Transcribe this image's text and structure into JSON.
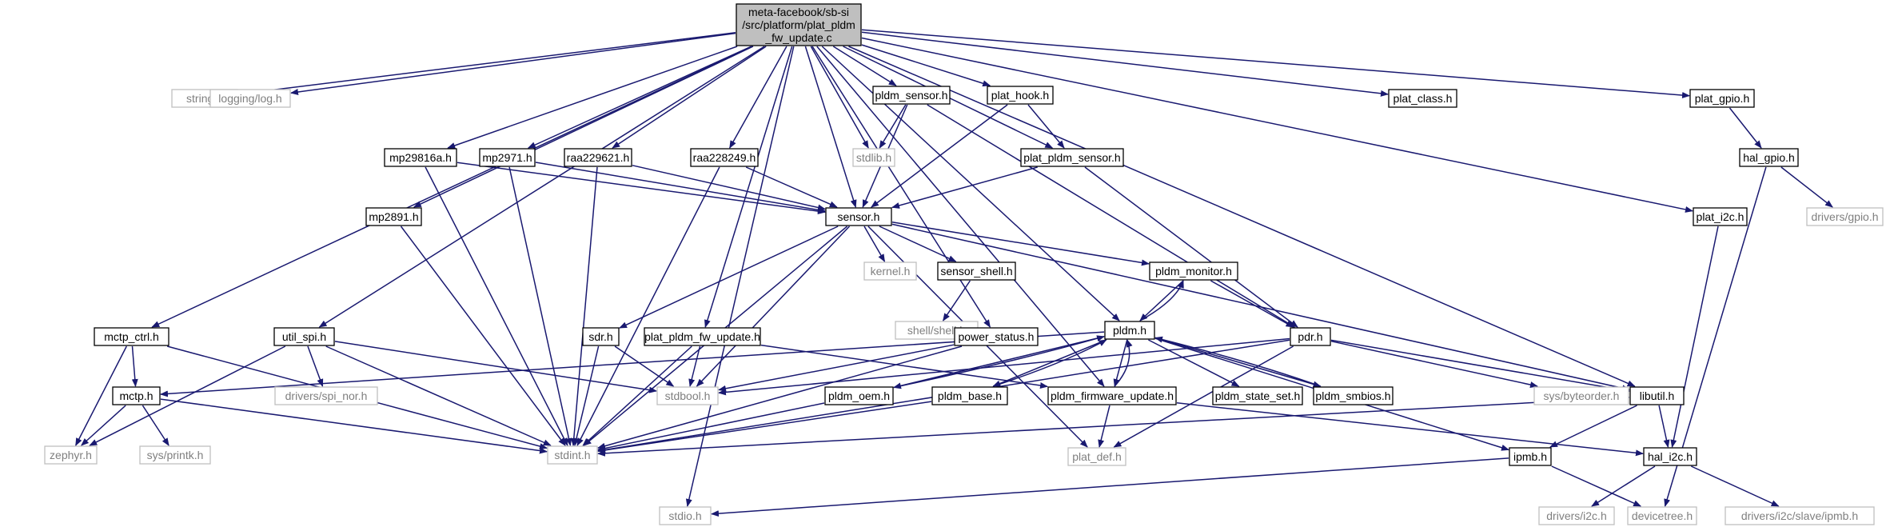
{
  "colors": {
    "edge": "#191970",
    "node_border": "#000000",
    "node_fill": "#ffffff",
    "external_border": "#bfbfbf",
    "external_text": "#7f7f7f",
    "root_fill": "#bfbfbf",
    "text": "#000000"
  },
  "nodes": [
    {
      "id": "root",
      "lines": [
        "meta-facebook/sb-si",
        "/src/platform/plat_pldm",
        "_fw_update.c"
      ],
      "kind": "root"
    },
    {
      "id": "string",
      "lines": [
        "string.h"
      ],
      "kind": "external"
    },
    {
      "id": "logging",
      "lines": [
        "logging/log.h"
      ],
      "kind": "external"
    },
    {
      "id": "pldm_sensor",
      "lines": [
        "pldm_sensor.h"
      ],
      "kind": "normal"
    },
    {
      "id": "plat_hook",
      "lines": [
        "plat_hook.h"
      ],
      "kind": "normal"
    },
    {
      "id": "plat_class",
      "lines": [
        "plat_class.h"
      ],
      "kind": "normal"
    },
    {
      "id": "plat_gpio",
      "lines": [
        "plat_gpio.h"
      ],
      "kind": "normal"
    },
    {
      "id": "hal_gpio",
      "lines": [
        "hal_gpio.h"
      ],
      "kind": "normal"
    },
    {
      "id": "drivers_gpio",
      "lines": [
        "drivers/gpio.h"
      ],
      "kind": "external"
    },
    {
      "id": "mp29816a",
      "lines": [
        "mp29816a.h"
      ],
      "kind": "normal"
    },
    {
      "id": "mp2971",
      "lines": [
        "mp2971.h"
      ],
      "kind": "normal"
    },
    {
      "id": "raa229621",
      "lines": [
        "raa229621.h"
      ],
      "kind": "normal"
    },
    {
      "id": "raa228249",
      "lines": [
        "raa228249.h"
      ],
      "kind": "normal"
    },
    {
      "id": "stdlib",
      "lines": [
        "stdlib.h"
      ],
      "kind": "external"
    },
    {
      "id": "plat_pldm_sensor",
      "lines": [
        "plat_pldm_sensor.h"
      ],
      "kind": "normal"
    },
    {
      "id": "plat_i2c",
      "lines": [
        "plat_i2c.h"
      ],
      "kind": "normal"
    },
    {
      "id": "mp2891",
      "lines": [
        "mp2891.h"
      ],
      "kind": "normal"
    },
    {
      "id": "sensor",
      "lines": [
        "sensor.h"
      ],
      "kind": "normal"
    },
    {
      "id": "kernel",
      "lines": [
        "kernel.h"
      ],
      "kind": "external"
    },
    {
      "id": "sensor_shell",
      "lines": [
        "sensor_shell.h"
      ],
      "kind": "normal"
    },
    {
      "id": "pldm_monitor",
      "lines": [
        "pldm_monitor.h"
      ],
      "kind": "normal"
    },
    {
      "id": "shell",
      "lines": [
        "shell/shell.h"
      ],
      "kind": "external"
    },
    {
      "id": "mctp_ctrl",
      "lines": [
        "mctp_ctrl.h"
      ],
      "kind": "normal"
    },
    {
      "id": "util_spi",
      "lines": [
        "util_spi.h"
      ],
      "kind": "normal"
    },
    {
      "id": "sdr",
      "lines": [
        "sdr.h"
      ],
      "kind": "normal"
    },
    {
      "id": "plat_pldm_fw_update",
      "lines": [
        "plat_pldm_fw_update.h"
      ],
      "kind": "normal"
    },
    {
      "id": "power_status",
      "lines": [
        "power_status.h"
      ],
      "kind": "normal"
    },
    {
      "id": "pldm",
      "lines": [
        "pldm.h"
      ],
      "kind": "normal"
    },
    {
      "id": "pdr",
      "lines": [
        "pdr.h"
      ],
      "kind": "normal"
    },
    {
      "id": "mctp",
      "lines": [
        "mctp.h"
      ],
      "kind": "normal"
    },
    {
      "id": "drivers_spi_nor",
      "lines": [
        "drivers/spi_nor.h"
      ],
      "kind": "external"
    },
    {
      "id": "stdbool",
      "lines": [
        "stdbool.h"
      ],
      "kind": "external"
    },
    {
      "id": "pldm_oem",
      "lines": [
        "pldm_oem.h"
      ],
      "kind": "normal"
    },
    {
      "id": "pldm_base",
      "lines": [
        "pldm_base.h"
      ],
      "kind": "normal"
    },
    {
      "id": "pldm_firmware_update",
      "lines": [
        "pldm_firmware_update.h"
      ],
      "kind": "normal"
    },
    {
      "id": "pldm_state_set",
      "lines": [
        "pldm_state_set.h"
      ],
      "kind": "normal"
    },
    {
      "id": "pldm_smbios",
      "lines": [
        "pldm_smbios.h"
      ],
      "kind": "normal"
    },
    {
      "id": "sys_byteorder",
      "lines": [
        "sys/byteorder.h"
      ],
      "kind": "external"
    },
    {
      "id": "libutil",
      "lines": [
        "libutil.h"
      ],
      "kind": "normal"
    },
    {
      "id": "zephyr",
      "lines": [
        "zephyr.h"
      ],
      "kind": "external"
    },
    {
      "id": "sys_printk",
      "lines": [
        "sys/printk.h"
      ],
      "kind": "external"
    },
    {
      "id": "stdint",
      "lines": [
        "stdint.h"
      ],
      "kind": "external"
    },
    {
      "id": "plat_def",
      "lines": [
        "plat_def.h"
      ],
      "kind": "external"
    },
    {
      "id": "ipmb",
      "lines": [
        "ipmb.h"
      ],
      "kind": "normal"
    },
    {
      "id": "hal_i2c",
      "lines": [
        "hal_i2c.h"
      ],
      "kind": "normal"
    },
    {
      "id": "stdio",
      "lines": [
        "stdio.h"
      ],
      "kind": "external"
    },
    {
      "id": "drivers_i2c",
      "lines": [
        "drivers/i2c.h"
      ],
      "kind": "external"
    },
    {
      "id": "devicetree",
      "lines": [
        "devicetree.h"
      ],
      "kind": "external"
    },
    {
      "id": "drivers_i2c_slave_ipmb",
      "lines": [
        "drivers/i2c/slave/ipmb.h"
      ],
      "kind": "external"
    }
  ],
  "edges": [
    [
      "root",
      "string"
    ],
    [
      "root",
      "logging"
    ],
    [
      "root",
      "pldm_sensor"
    ],
    [
      "root",
      "plat_hook"
    ],
    [
      "root",
      "plat_class"
    ],
    [
      "root",
      "plat_gpio"
    ],
    [
      "root",
      "mp29816a"
    ],
    [
      "root",
      "mp2971"
    ],
    [
      "root",
      "raa229621"
    ],
    [
      "root",
      "raa228249"
    ],
    [
      "root",
      "stdlib"
    ],
    [
      "root",
      "plat_pldm_sensor"
    ],
    [
      "root",
      "plat_i2c"
    ],
    [
      "root",
      "mp2891"
    ],
    [
      "root",
      "sensor"
    ],
    [
      "root",
      "mctp_ctrl"
    ],
    [
      "root",
      "util_spi"
    ],
    [
      "root",
      "plat_pldm_fw_update"
    ],
    [
      "root",
      "power_status"
    ],
    [
      "root",
      "pldm"
    ],
    [
      "root",
      "pldm_firmware_update"
    ],
    [
      "root",
      "libutil"
    ],
    [
      "root",
      "stdio"
    ],
    [
      "plat_gpio",
      "hal_gpio"
    ],
    [
      "hal_gpio",
      "drivers_gpio"
    ],
    [
      "hal_gpio",
      "devicetree"
    ],
    [
      "pldm_sensor",
      "stdlib"
    ],
    [
      "pldm_sensor",
      "sensor"
    ],
    [
      "pldm_sensor",
      "pdr"
    ],
    [
      "plat_hook",
      "plat_pldm_sensor"
    ],
    [
      "plat_hook",
      "sensor"
    ],
    [
      "plat_pldm_sensor",
      "sensor"
    ],
    [
      "plat_pldm_sensor",
      "pdr"
    ],
    [
      "mp29816a",
      "sensor"
    ],
    [
      "mp29816a",
      "stdint"
    ],
    [
      "mp2971",
      "sensor"
    ],
    [
      "mp2971",
      "stdint"
    ],
    [
      "raa229621",
      "sensor"
    ],
    [
      "raa229621",
      "stdint"
    ],
    [
      "raa228249",
      "sensor"
    ],
    [
      "raa228249",
      "stdint"
    ],
    [
      "mp2891",
      "stdint"
    ],
    [
      "plat_i2c",
      "hal_i2c"
    ],
    [
      "sensor",
      "kernel"
    ],
    [
      "sensor",
      "sensor_shell"
    ],
    [
      "sensor",
      "pldm_monitor"
    ],
    [
      "sensor",
      "sdr"
    ],
    [
      "sensor",
      "stdbool"
    ],
    [
      "sensor",
      "stdint"
    ],
    [
      "sensor",
      "libutil"
    ],
    [
      "sensor",
      "plat_def"
    ],
    [
      "sensor_shell",
      "shell"
    ],
    [
      "pldm_monitor",
      "pldm"
    ],
    [
      "pldm_monitor",
      "pdr"
    ],
    [
      "mctp_ctrl",
      "mctp"
    ],
    [
      "mctp_ctrl",
      "zephyr"
    ],
    [
      "mctp_ctrl",
      "stdint"
    ],
    [
      "util_spi",
      "drivers_spi_nor"
    ],
    [
      "util_spi",
      "zephyr"
    ],
    [
      "util_spi",
      "stdint"
    ],
    [
      "util_spi",
      "stdbool"
    ],
    [
      "sdr",
      "stdbool"
    ],
    [
      "sdr",
      "stdint"
    ],
    [
      "plat_pldm_fw_update",
      "pldm_firmware_update"
    ],
    [
      "plat_pldm_fw_update",
      "stdbool"
    ],
    [
      "plat_pldm_fw_update",
      "stdint"
    ],
    [
      "power_status",
      "stdbool"
    ],
    [
      "power_status",
      "stdint"
    ],
    [
      "pldm",
      "mctp"
    ],
    [
      "pldm",
      "pldm_monitor"
    ],
    [
      "pldm",
      "pldm_oem"
    ],
    [
      "pldm",
      "pldm_base"
    ],
    [
      "pldm",
      "pldm_firmware_update"
    ],
    [
      "pldm",
      "pldm_state_set"
    ],
    [
      "pldm",
      "pldm_smbios"
    ],
    [
      "pldm",
      "ipmb"
    ],
    [
      "pdr",
      "stdbool"
    ],
    [
      "pdr",
      "stdint"
    ],
    [
      "pdr",
      "sys_byteorder"
    ],
    [
      "pdr",
      "libutil"
    ],
    [
      "pdr",
      "plat_def"
    ],
    [
      "mctp",
      "zephyr"
    ],
    [
      "mctp",
      "sys_printk"
    ],
    [
      "mctp",
      "stdint"
    ],
    [
      "pldm_oem",
      "pldm"
    ],
    [
      "pldm_oem",
      "stdint"
    ],
    [
      "pldm_base",
      "pldm"
    ],
    [
      "pldm_base",
      "stdint"
    ],
    [
      "pldm_firmware_update",
      "pldm"
    ],
    [
      "pldm_firmware_update",
      "plat_def"
    ],
    [
      "pldm_firmware_update",
      "hal_i2c"
    ],
    [
      "pldm_smbios",
      "pldm"
    ],
    [
      "libutil",
      "stdint"
    ],
    [
      "libutil",
      "ipmb"
    ],
    [
      "libutil",
      "hal_i2c"
    ],
    [
      "ipmb",
      "devicetree"
    ],
    [
      "ipmb",
      "stdio"
    ],
    [
      "hal_i2c",
      "drivers_i2c"
    ],
    [
      "hal_i2c",
      "drivers_i2c_slave_ipmb"
    ]
  ]
}
